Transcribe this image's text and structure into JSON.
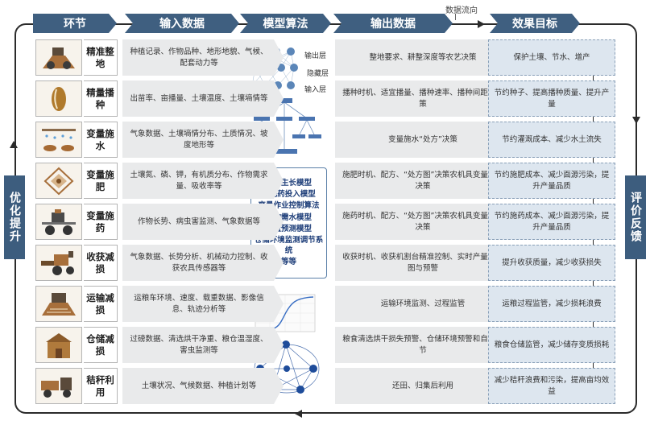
{
  "headers": {
    "stage": "环节",
    "input": "输入数据",
    "model": "模型算法",
    "output": "输出数据",
    "effect": "效果目标"
  },
  "flow_label": "数据流向",
  "side_labels": {
    "left": "优化提升",
    "right": "评价反馈"
  },
  "nn_labels": {
    "output_layer": "输出层",
    "hidden_layer": "隐藏层",
    "input_layer": "输入层"
  },
  "algorithms": [
    "作物生长模型",
    "种肥药投入模型",
    "变量作业控制算法",
    "作物需水模型",
    "产量预测模型",
    "仓储环境监测调节系统",
    "等等"
  ],
  "rows": [
    {
      "icon": "tractor-plow-icon",
      "stage": "精准整地",
      "input": "种植记录、作物品种、地形地貌、气候、配套动力等",
      "output": "整地要求、耕整深度等农艺决策",
      "effect": "保护土壤、节水、增产"
    },
    {
      "icon": "seed-icon",
      "stage": "精量播种",
      "input": "出苗率、亩播量、土壤温度、土壤墒情等",
      "output": "播种时机、适宜播量、播种速率、播种间距等决策",
      "effect": "节约种子、提高播种质量、提升产量"
    },
    {
      "icon": "irrigation-icon",
      "stage": "变量施水",
      "input": "气象数据、土壤墒情分布、土质情况、坡度地形等",
      "output": "变量施水“处方”决策",
      "effect": "节约灌溉成本、减少水土流失"
    },
    {
      "icon": "fertilizer-icon",
      "stage": "变量施肥",
      "input": "土壤氮、磷、钾，有机质分布、作物需求量、吸收率等",
      "output": "施肥时机、配方、“处方图”决策农机具变量作业决策",
      "effect": "节约施肥成本、减少面源污染，提升产量品质"
    },
    {
      "icon": "sprayer-icon",
      "stage": "变量施药",
      "input": "作物长势、病虫害监测、气象数据等",
      "output": "施药时机、配方、“处方图”决策农机具变量作业决策",
      "effect": "节约施药成本、减少面源污染，提升产量品质"
    },
    {
      "icon": "harvester-icon",
      "stage": "收获减损",
      "input": "气象数据、长势分析、机械动力控制、收获农具传感器等",
      "output": "收获时机、收获机割台精准控制、实时产量分布图与预警",
      "effect": "提升收获质量，减少收获损失"
    },
    {
      "icon": "truck-icon",
      "stage": "运输减损",
      "input": "运粮车环境、速度、载重数据、影像信息、轨迹分析等",
      "output": "运输环境监测、过程监管",
      "effect": "运粮过程监管，减少损耗浪费"
    },
    {
      "icon": "granary-icon",
      "stage": "仓储减损",
      "input": "过磅数据、清选烘干净重、粮仓温湿度、害虫监测等",
      "output": "粮食清选烘干损失预警、仓储环境预警和自动调节",
      "effect": "粮食仓储监管，减少储存变质损耗"
    },
    {
      "icon": "baler-icon",
      "stage": "秸秆利用",
      "input": "土壤状况、气候数据、种植计划等",
      "output": "还田、归集后利用",
      "effect": "减少秸秆浪费和污染，提高亩均效益"
    }
  ],
  "colors": {
    "banner": "#3f5f80",
    "side": "#3d5d7e",
    "effect_bg": "#dde6ef",
    "arrow_bg": "#e9eaeb",
    "algo_text": "#1f3f7a"
  }
}
